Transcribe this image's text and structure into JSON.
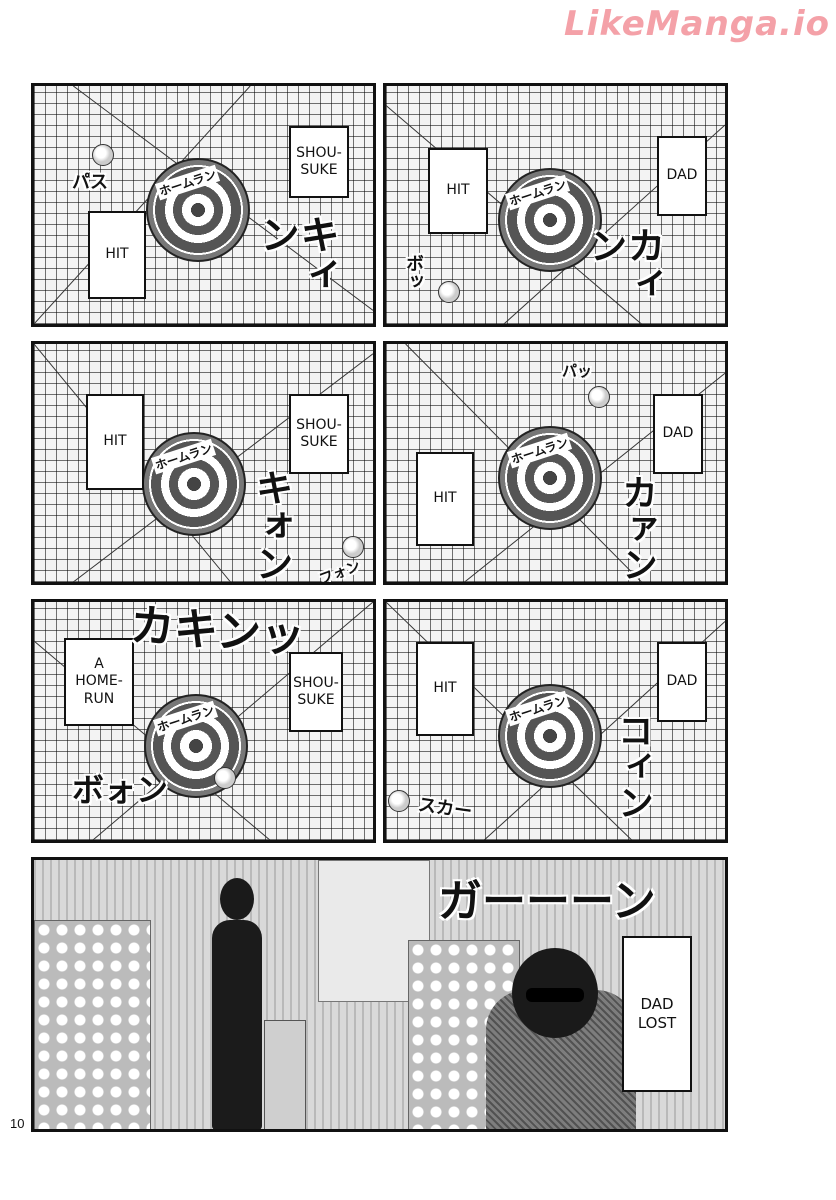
{
  "watermark": "LikeManga.io",
  "page_number": "10",
  "target_label": "ホームラン",
  "panels": [
    {
      "left_card": "HIT",
      "right_card": "SHOU-\nSUKE",
      "sfx_small": "パス",
      "sfx_big": "キィン"
    },
    {
      "left_card": "HIT",
      "right_card": "DAD",
      "sfx_small": "ボッ",
      "sfx_big": "カィン"
    },
    {
      "left_card": "HIT",
      "right_card": "SHOU-\nSUKE",
      "sfx_small": "フォン",
      "sfx_big": "キォン"
    },
    {
      "left_card": "HIT",
      "right_card": "DAD",
      "sfx_small": "パッ",
      "sfx_big": "カァン"
    },
    {
      "left_card": "A\nHOME-\nRUN",
      "right_card": "SHOU-\nSUKE",
      "sfx_small": "ボォン",
      "sfx_big": "カキンッ"
    },
    {
      "left_card": "HIT",
      "right_card": "DAD",
      "sfx_small": "スカー",
      "sfx_big": "コィン"
    }
  ],
  "bottom": {
    "sfx": "ガーーーン",
    "card": "DAD\nLOST"
  }
}
